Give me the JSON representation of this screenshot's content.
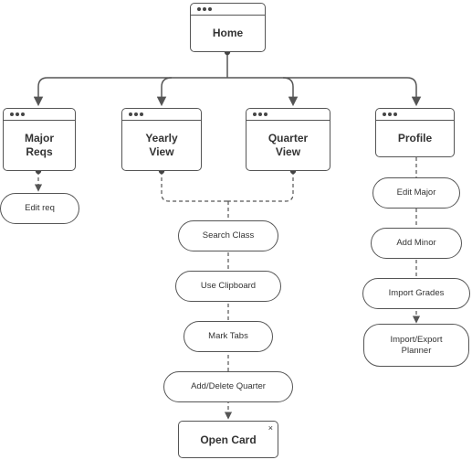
{
  "nodes": {
    "home": "Home",
    "major_reqs": "Major\nReqs",
    "yearly_view": "Yearly\nView",
    "quarter_view": "Quarter\nView",
    "profile": "Profile"
  },
  "actions": {
    "edit_req": "Edit req",
    "search_class": "Search Class",
    "use_clipboard": "Use Clipboard",
    "mark_tabs": "Mark Tabs",
    "add_delete_quarter": "Add/Delete Quarter",
    "open_card": "Open Card",
    "open_card_close": "×",
    "edit_major": "Edit Major",
    "add_minor": "Add Minor",
    "import_grades": "Import Grades",
    "import_export_planner": "Import/Export\nPlanner"
  },
  "colors": {
    "stroke": "#555555",
    "text": "#333333",
    "background": "#ffffff"
  }
}
